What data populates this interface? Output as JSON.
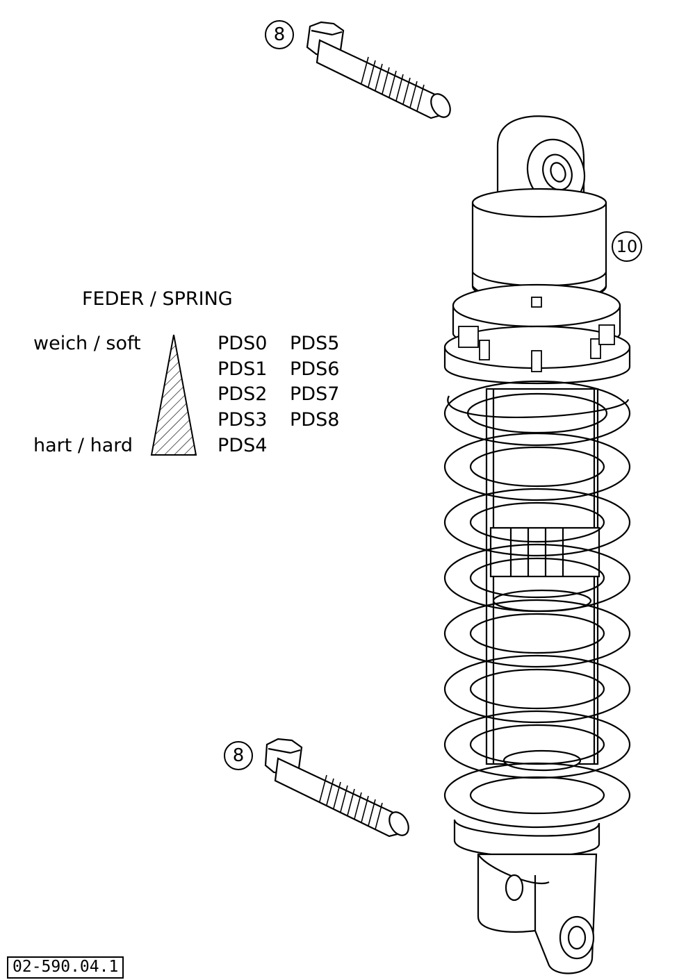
{
  "legend": {
    "title": "FEDER / SPRING",
    "soft_label": "weich / soft",
    "hard_label": "hart / hard",
    "column_left": [
      "PDS0",
      "PDS1",
      "PDS2",
      "PDS3",
      "PDS4"
    ],
    "column_right": [
      "PDS5",
      "PDS6",
      "PDS7",
      "PDS8"
    ]
  },
  "callouts": {
    "bolt_top": "8",
    "bolt_bottom": "8",
    "shock": "10"
  },
  "drawing_code": "02-590.04.1",
  "icons": [
    "bolt-icon",
    "shock-absorber-icon",
    "stiffness-wedge-icon"
  ]
}
